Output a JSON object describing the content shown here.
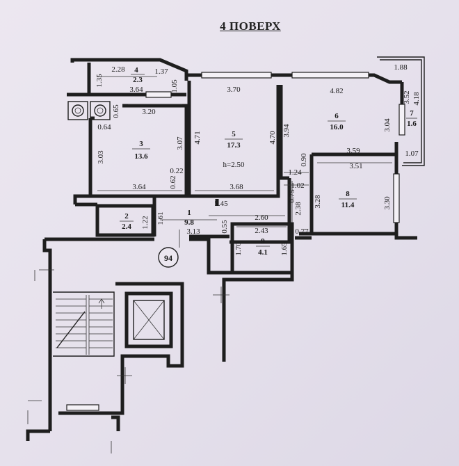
{
  "title": "4 ПОВЕРХ",
  "apartment_number": "94",
  "ceiling_height": "h=2.50",
  "rooms": [
    {
      "id": "r4",
      "num": "4",
      "area": "2.3"
    },
    {
      "id": "r3",
      "num": "3",
      "area": "13.6"
    },
    {
      "id": "r5",
      "num": "5",
      "area": "17.3"
    },
    {
      "id": "r6",
      "num": "6",
      "area": "16.0"
    },
    {
      "id": "r7",
      "num": "7",
      "area": "1.6"
    },
    {
      "id": "r8",
      "num": "8",
      "area": "11.4"
    },
    {
      "id": "r2",
      "num": "2",
      "area": "2.4"
    },
    {
      "id": "r1",
      "num": "1",
      "area": "9.8"
    },
    {
      "id": "r9",
      "num": "9",
      "area": "4.1"
    }
  ],
  "dimensions": [
    "2.28",
    "1.37",
    "1.35",
    "1.05",
    "3.64",
    "3.70",
    "4.82",
    "1.88",
    "3.52",
    "4.18",
    "0.65",
    "3.20",
    "0.64",
    "3.07",
    "4.71",
    "4.70",
    "3.94",
    "3.04",
    "1.07",
    "3.03",
    "0.90",
    "3.59",
    "3.51",
    "0.22",
    "1.24",
    "0.62",
    "1.02",
    "3.64",
    "3.68",
    "0.75",
    "3.28",
    "3.30",
    "5.45",
    "2.38",
    "1.61",
    "1.22",
    "2.60",
    "2.43",
    "0.55",
    "0.77",
    "3.13",
    "1.70",
    "1.65"
  ]
}
